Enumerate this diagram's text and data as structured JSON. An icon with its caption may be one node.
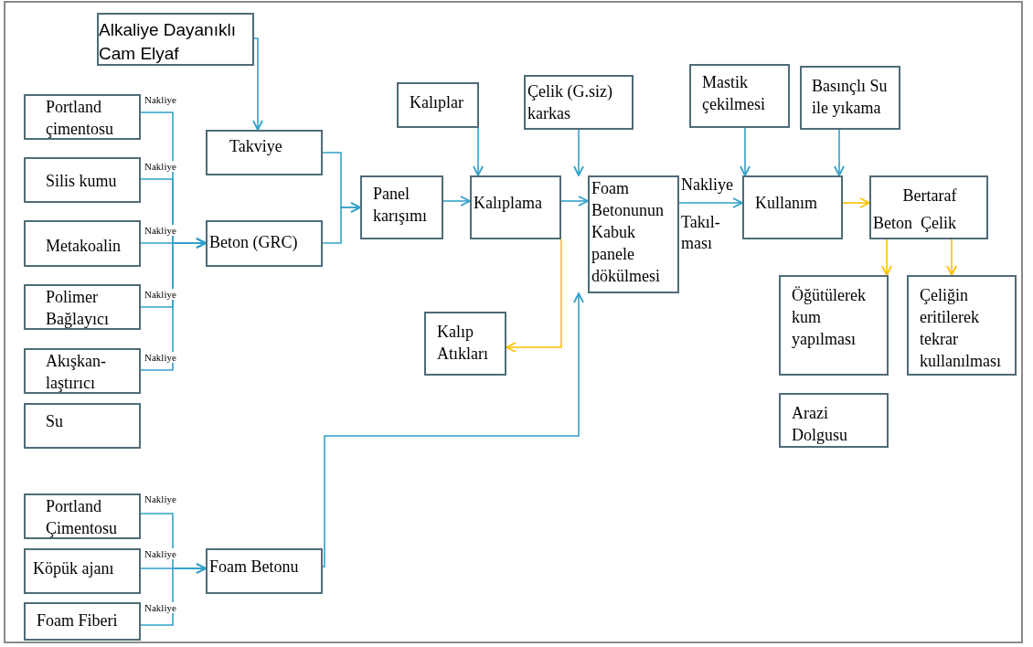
{
  "diagram": {
    "nodes": [
      {
        "text": [
          "Alkaliye Dayanıklı Cam Elyaf"
        ]
      },
      {
        "text": [
          "Portland çimentosu"
        ]
      },
      {
        "text": [
          "Silis kumu"
        ]
      },
      {
        "text": [
          "Metakoalin"
        ]
      },
      {
        "text": [
          "Polimer Bağlayıcı"
        ]
      },
      {
        "text": [
          "Akışkan-laştırıcı"
        ]
      },
      {
        "text": [
          "Su"
        ]
      },
      {
        "text": [
          "Takviye"
        ]
      },
      {
        "text": [
          "Beton (GRC)"
        ]
      },
      {
        "text": [
          "Panel karışımı"
        ]
      },
      {
        "text": [
          "Kalıplar"
        ]
      },
      {
        "text": [
          "Kalıplama"
        ]
      },
      {
        "text": [
          "Çelik (G.siz) karkas"
        ]
      },
      {
        "text": [
          "Foam Betonunun Kabuk panele dökülmesi"
        ]
      },
      {
        "text": [
          "Mastik çekilmesi"
        ]
      },
      {
        "text": [
          "Basınçlı Su ile yıkama"
        ]
      },
      {
        "text": [
          "Kullanım"
        ]
      },
      {
        "text": [
          "Bertaraf",
          "Beton  Çelik"
        ]
      },
      {
        "text": [
          "Öğütülerek kum yapılması"
        ]
      },
      {
        "text": [
          "Çeliğin eritilerek tekrar kullanılması"
        ]
      },
      {
        "text": [
          "Arazi Dolgusu"
        ]
      },
      {
        "text": [
          "Kalıp Atıkları"
        ]
      },
      {
        "text": [
          "Portland Çimentosu"
        ]
      },
      {
        "text": [
          "Köpük ajanı"
        ]
      },
      {
        "text": [
          "Foam Fiberi"
        ]
      },
      {
        "text": [
          "Foam Betonu"
        ]
      }
    ],
    "edges": [
      {
        "from": 0,
        "to": 7,
        "arrow": "to"
      },
      {
        "from": 1,
        "to": 8,
        "arrow": "to",
        "label": "Nakliye"
      },
      {
        "from": 2,
        "to": 8,
        "arrow": "to",
        "label": "Nakliye"
      },
      {
        "from": 3,
        "to": 8,
        "arrow": "to",
        "label": "Nakliye"
      },
      {
        "from": 4,
        "to": 8,
        "arrow": "to",
        "label": "Nakliye"
      },
      {
        "from": 5,
        "to": 8,
        "arrow": "to",
        "label": "Nakliye"
      },
      {
        "from": 7,
        "to": 9,
        "arrow": "to"
      },
      {
        "from": 8,
        "to": 9,
        "arrow": "to"
      },
      {
        "from": 9,
        "to": 11,
        "arrow": "to"
      },
      {
        "from": 10,
        "to": 11,
        "arrow": "to"
      },
      {
        "from": 11,
        "to": 13,
        "arrow": "to"
      },
      {
        "from": 12,
        "to": 13,
        "arrow": "to"
      },
      {
        "from": 11,
        "to": 21,
        "arrow": "to",
        "color": "#ffc000"
      },
      {
        "from": 25,
        "to": 13,
        "arrow": "to"
      },
      {
        "from": 13,
        "to": 16,
        "arrow": "to",
        "label": "Nakliye"
      },
      {
        "from": 14,
        "to": 16,
        "arrow": "to"
      },
      {
        "from": 15,
        "to": 16,
        "arrow": "to"
      },
      {
        "from": 16,
        "to": 17,
        "arrow": "to",
        "color": "#ffc000"
      },
      {
        "from": 17,
        "to": 18,
        "arrow": "to",
        "color": "#ffc000"
      },
      {
        "from": 17,
        "to": 19,
        "arrow": "to",
        "color": "#ffc000"
      },
      {
        "from": 22,
        "to": 25,
        "arrow": "to",
        "label": "Nakliye"
      },
      {
        "from": 23,
        "to": 25,
        "arrow": "to",
        "label": "Nakliye"
      },
      {
        "from": 24,
        "to": 25,
        "arrow": "to",
        "label": "Nakliye"
      }
    ],
    "labels": [
      "Takıl-ması"
    ]
  }
}
